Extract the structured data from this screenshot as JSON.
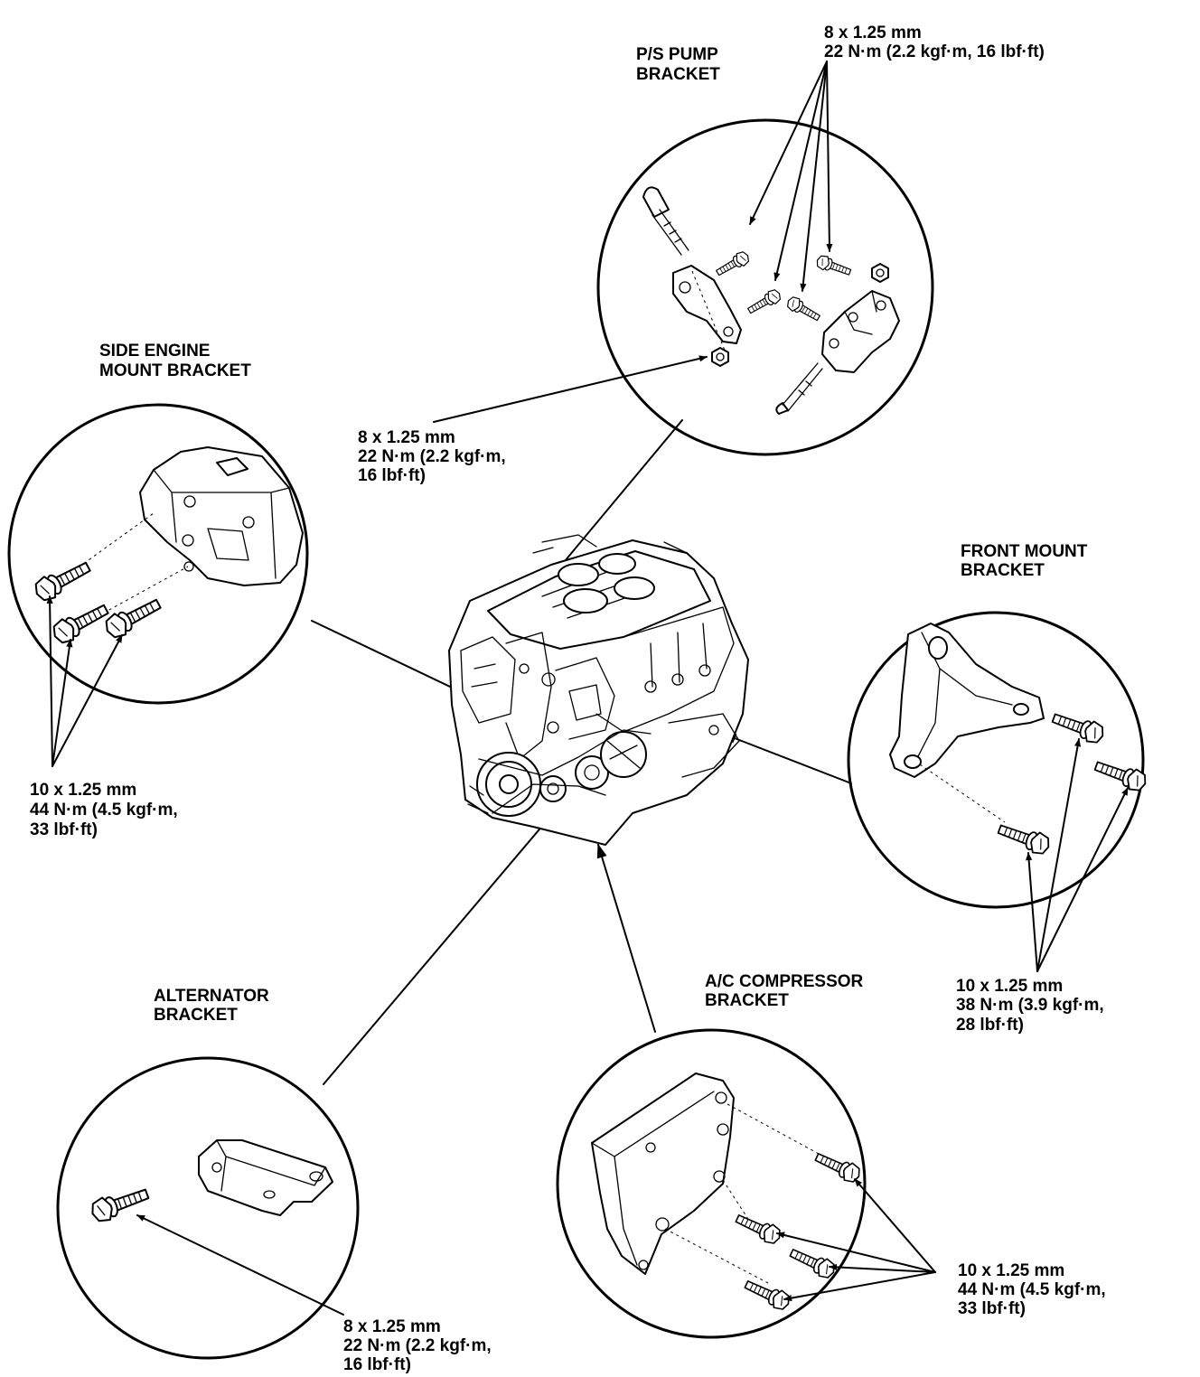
{
  "callouts": {
    "ps_pump_bracket": {
      "line1": "P/S PUMP",
      "line2": "BRACKET"
    },
    "ps_pump_bolts_top": {
      "line1": "8 x 1.25 mm",
      "line2": "22 N·m (2.2 kgf·m, 16 lbf·ft)"
    },
    "ps_pump_bolt_left": {
      "line1": "8 x 1.25 mm",
      "line2": "22 N·m (2.2 kgf·m,",
      "line3": "16 lbf·ft)"
    },
    "side_engine_mount_bracket": {
      "line1": "SIDE ENGINE",
      "line2": "MOUNT BRACKET"
    },
    "side_mount_bolts": {
      "line1": "10 x 1.25 mm",
      "line2": "44 N·m (4.5 kgf·m,",
      "line3": "33 lbf·ft)"
    },
    "front_mount_bracket": {
      "line1": "FRONT MOUNT",
      "line2": "BRACKET"
    },
    "front_mount_bolts": {
      "line1": "10 x 1.25 mm",
      "line2": "38 N·m (3.9 kgf·m,",
      "line3": "28 lbf·ft)"
    },
    "alternator_bracket": {
      "line1": "ALTERNATOR",
      "line2": "BRACKET"
    },
    "alternator_bolt": {
      "line1": "8 x 1.25 mm",
      "line2": "22 N·m (2.2 kgf·m,",
      "line3": "16 lbf·ft)"
    },
    "ac_compressor_bracket": {
      "line1": "A/C COMPRESSOR",
      "line2": "BRACKET"
    },
    "ac_compressor_bolts": {
      "line1": "10 x 1.25 mm",
      "line2": "44 N·m (4.5 kgf·m,",
      "line3": "33 lbf·ft)"
    }
  }
}
